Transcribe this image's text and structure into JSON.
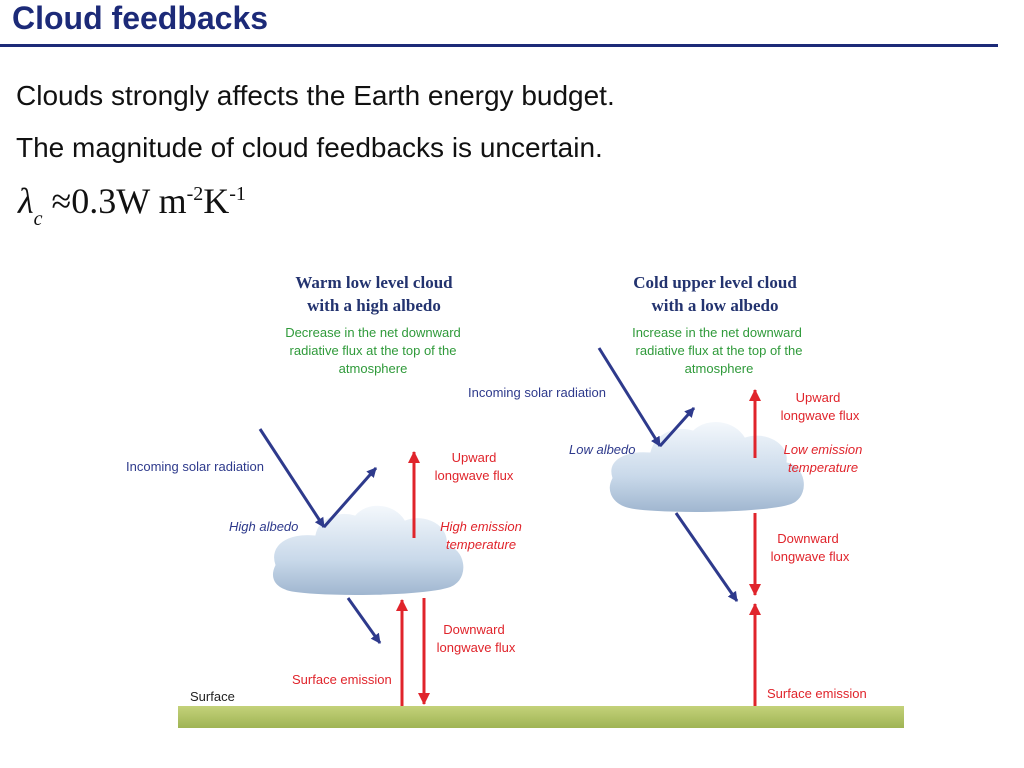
{
  "slide": {
    "title": "Cloud feedbacks",
    "bullets": [
      "Clouds strongly affects the Earth energy budget.",
      "The magnitude of cloud feedbacks is uncertain."
    ],
    "formula": {
      "symbol": "λ",
      "subscript": "c",
      "approx": "≈",
      "value": "0.3W m",
      "exp1": "-2",
      "unit2": "K",
      "exp2": "-1"
    }
  },
  "diagram": {
    "colors": {
      "blue_arrow": "#2e3a8c",
      "red_arrow": "#e0242b",
      "green_text": "#2f9a3a",
      "heading": "#23336f",
      "ground": "#b6c86a"
    },
    "left_panel": {
      "heading_line1": "Warm low level cloud",
      "heading_line2": "with a high albedo",
      "effect_line1": "Decrease in the net downward",
      "effect_line2": "radiative flux at the top of the",
      "effect_line3": "atmosphere",
      "incoming": "Incoming solar radiation",
      "albedo": "High albedo",
      "upward_line1": "Upward",
      "upward_line2": "longwave flux",
      "emission_line1": "High emission",
      "emission_line2": "temperature",
      "downward_line1": "Downward",
      "downward_line2": "longwave flux",
      "surface_emission": "Surface emission"
    },
    "right_panel": {
      "heading_line1": "Cold upper level cloud",
      "heading_line2": "with a low albedo",
      "effect_line1": "Increase in the net downward",
      "effect_line2": "radiative flux at the top of the",
      "effect_line3": "atmosphere",
      "incoming": "Incoming solar radiation",
      "albedo": "Low albedo",
      "upward_line1": "Upward",
      "upward_line2": "longwave flux",
      "emission_line1": "Low emission",
      "emission_line2": "temperature",
      "downward_line1": "Downward",
      "downward_line2": "longwave flux",
      "surface_emission": "Surface emission"
    },
    "surface_label": "Surface"
  }
}
